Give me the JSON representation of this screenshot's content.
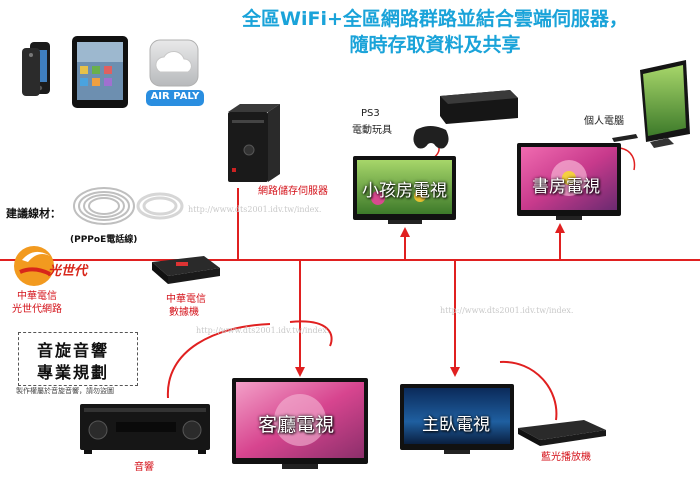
{
  "title": {
    "line1": "全區WiFi+全區網路群路並結合雲端伺服器，",
    "line2": "隨時存取資料及共享"
  },
  "devices": {
    "airplay": "AIR PALY",
    "nas": "網路儲存伺服器",
    "ps3_line1": "PS3",
    "ps3_line2": "電動玩具",
    "pc": "個人電腦",
    "kids_tv": "小孩房電視",
    "study_tv": "書房電視",
    "living_tv": "客廳電視",
    "master_tv": "主臥電視",
    "bluray": "藍光播放機",
    "audio": "音響",
    "modem_line1": "中華電信",
    "modem_line2": "數據機",
    "isp_line1": "中華電信",
    "isp_line2": "光世代網路",
    "isp_logo": "光世代"
  },
  "cables": {
    "heading": "建議線材：",
    "pppoe": "(PPPoE電話線)"
  },
  "planning": {
    "line1": "音旋音響",
    "line2": "專業規劃",
    "note": "製作權屬於音旋音響，請勿盜圖"
  },
  "watermark": {
    "url1": "http://www.dts2001.idv.tw/index.",
    "url2": "http://www.dts2001.idv.tw/index.",
    "url3": "http://www.dts2001.idv.tw/index."
  },
  "colors": {
    "title": "#1aa3d9",
    "network_line": "#e02020",
    "label_red": "#d4121a"
  }
}
